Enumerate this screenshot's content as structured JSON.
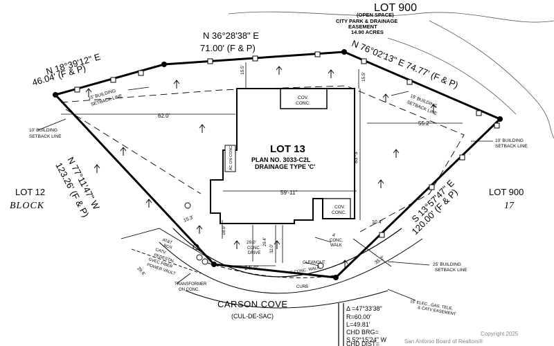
{
  "plat": {
    "lot_900_top_title": "LOT 900",
    "lot_900_top_sub1": "(OPEN SPACE)",
    "lot_900_top_sub2": "CITY PARK & DRAINAGE",
    "lot_900_top_sub3": "EASEMENT",
    "lot_900_top_sub4": "14.90 ACRES",
    "bearing_top_mid_1": "N 36°28'38\" E",
    "bearing_top_mid_2": "71.00' (F & P)",
    "bearing_top_left_1": "N 18°39'12\" E",
    "bearing_top_left_2": "46.04' (F & P)",
    "bearing_top_right": "N 76°02'13\" E 74.77' (F & P)",
    "bearing_left_1": "N 77°11'47\" W",
    "bearing_left_2": "123.26' (F & P)",
    "bearing_right_1": "S 13°57'47\" E",
    "bearing_right_2": "120.00' (F & P)",
    "setback_15_left_1": "15' BUILDING",
    "setback_15_left_2": "SETBACK LINE",
    "setback_15_right_1": "15' BUILDING",
    "setback_15_right_2": "SETBACK LINE",
    "setback_10_left_1": "10' BUILDING",
    "setback_10_left_2": "SETBACK LINE",
    "setback_10_right_1": "10' BUILDING",
    "setback_10_right_2": "SETBACK LINE",
    "setback_25_1": "25' BUILDING",
    "setback_25_2": "SETBACK LINE",
    "lot_13_title": "LOT 13",
    "lot_13_plan": "PLAN NO. 3033-C2L",
    "lot_13_drain": "DRAINAGE TYPE 'C'",
    "cov_conc_top_1": "COV.",
    "cov_conc_top_2": "CONC.",
    "cov_conc_right_1": "COV.",
    "cov_conc_right_2": "CONC.",
    "ac_on_conc": "AC ON CONC.",
    "dim_62": "62.0'",
    "dim_15_5_top": "15.5'",
    "dim_15_5_right": "15.5'",
    "dim_55_2": "55.2'",
    "dim_59_11": "59'-11\"",
    "dim_83_3": "83'-3\"",
    "dim_18_0": "18.0'",
    "dim_29_0": "29.0'",
    "dim_29_4": "29.4'",
    "dim_32_0": "32.0'",
    "dim_10_4": "10.4'",
    "dim_35_2": "35.2'",
    "dim_15_3": "15.3'",
    "dim_24_0": "24'-0\"",
    "dim_29_6": "29.6'",
    "conc_drive_1": "CONC.",
    "conc_drive_2": "DRIVE",
    "conc_walk_1": "4'",
    "conc_walk_2": "CONC.",
    "conc_walk_3": "WALK",
    "cleanout": "CLEANOUT",
    "conc_walk_5": "5' CONC. WALK",
    "curb": "CURB",
    "att_box_1": "AT&T",
    "att_box_2": "BOX",
    "catv_1": "CATV",
    "catv_2": "PEDESTAL",
    "gvec_1": "GVEC FIBER",
    "gvec_2": "POWER VAULT",
    "transformer_1": "TRANSFORMER",
    "transformer_2": "ON CONC.",
    "easement_1": "15' ELEC., GAS, TELE.",
    "easement_2": "& CATV EASEMENT",
    "lot_12": "LOT 12",
    "block_word": "BLOCK",
    "lot_900_right": "LOT 900",
    "block_num": "17",
    "street_1": "CARSON COVE",
    "street_2": "(CUL-DE-SAC)",
    "curve_delta": "Δ =47°33'38\"",
    "curve_r": "R=60.00'",
    "curve_l": "L=49.81'",
    "curve_chd_brg": "CHD BRG=",
    "curve_chd_brg_val": "S 52°15'24\"  W",
    "curve_chd_dist": "CHD DIST=",
    "copyright_1": "Copyright 2025",
    "copyright_2": "San Antonio Board of Realtors®"
  }
}
